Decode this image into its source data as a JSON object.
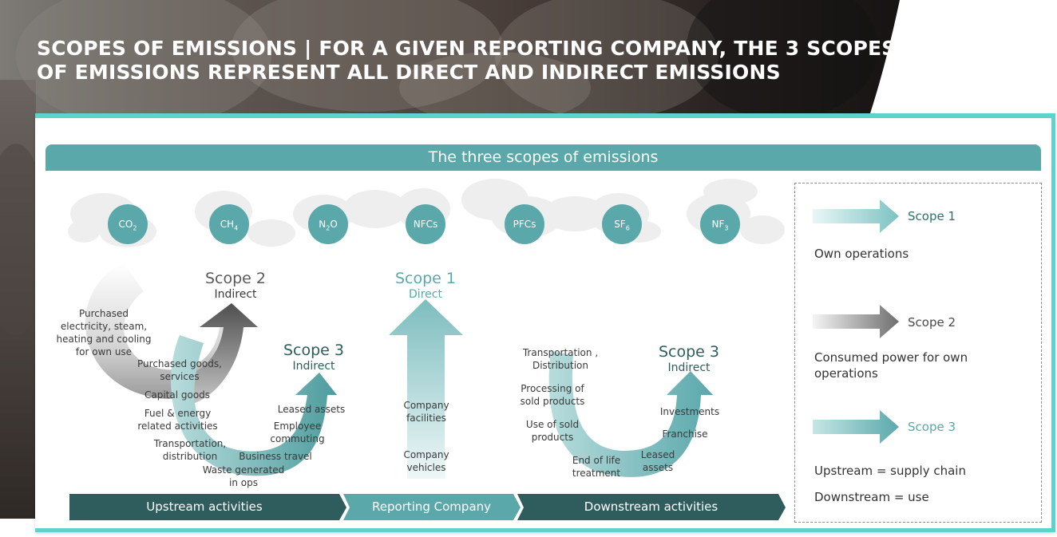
{
  "header": {
    "title": "SCOPES OF EMISSIONS | FOR A GIVEN REPORTING COMPANY, THE 3 SCOPES OF EMISSIONS REPRESENT ALL DIRECT AND INDIRECT EMISSIONS"
  },
  "diagram": {
    "banner": "The three scopes of emissions",
    "gases": [
      {
        "name": "CO",
        "sub": "2"
      },
      {
        "name": "CH",
        "sub": "4"
      },
      {
        "name": "N",
        "sub": "2",
        "suffix": "O"
      },
      {
        "name": "NFCs",
        "sub": ""
      },
      {
        "name": "PFCs",
        "sub": ""
      },
      {
        "name": "SF",
        "sub": "6"
      },
      {
        "name": "NF",
        "sub": "3"
      }
    ],
    "scope2": {
      "title": "Scope 2",
      "subtitle": "Indirect"
    },
    "scope1": {
      "title": "Scope 1",
      "subtitle": "Direct"
    },
    "scope3_upstream": {
      "title": "Scope 3",
      "subtitle": "Indirect"
    },
    "scope3_downstream": {
      "title": "Scope 3",
      "subtitle": "Indirect"
    },
    "scope2_activity": "Purchased electricity, steam, heating and cooling for own use",
    "upstream_items": {
      "purchased_goods": "Purchased goods, services",
      "capital_goods": "Capital goods",
      "fuel_energy": "Fuel & energy related activities",
      "transportation": "Transportation, distribution",
      "waste": "Waste generated in ops",
      "business_travel": "Business travel",
      "employee_commuting": "Employee commuting",
      "leased_assets": "Leased assets"
    },
    "reporting_items": {
      "facilities": "Company facilities",
      "vehicles": "Company vehicles"
    },
    "downstream_items": {
      "transportation": "Transportation , Distribution",
      "processing": "Processing of sold products",
      "use": "Use of sold products",
      "end_of_life": "End of life treatment",
      "leased_assets": "Leased assets",
      "franchise": "Franchise",
      "investments": "Investments"
    },
    "bottom_bar": {
      "upstream": "Upstream activities",
      "reporting": "Reporting Company",
      "downstream": "Downstream activities"
    }
  },
  "legend": {
    "scope1_label": "Scope 1",
    "scope1_desc": "Own operations",
    "scope2_label": "Scope 2",
    "scope2_desc": "Consumed power for own operations",
    "scope3_label": "Scope 3",
    "scope3_desc1": "Upstream = supply chain",
    "scope3_desc2": "Downstream = use"
  },
  "colors": {
    "teal": "#5ba8ab",
    "accent_cyan": "#5cd3cc",
    "dark_teal": "#2f5c5d",
    "scope2_text": "#5a5a5a"
  }
}
